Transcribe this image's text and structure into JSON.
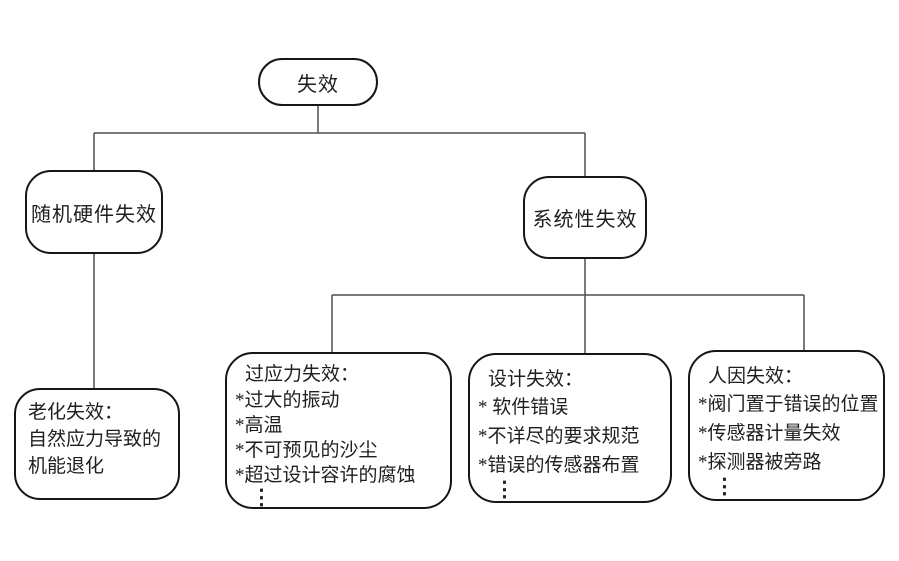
{
  "diagram": {
    "root": {
      "label": "失效"
    },
    "random_hw": {
      "label": "随机硬件失效"
    },
    "systematic": {
      "label": "系统性失效"
    },
    "aging": {
      "lines": [
        "老化失效：",
        "自然应力导致的",
        "机能退化"
      ]
    },
    "overstress": {
      "title": "过应力失效：",
      "items": [
        "*过大的振动",
        "*高温",
        "*不可预见的沙尘",
        "*超过设计容许的腐蚀"
      ],
      "ellipsis": "⋮"
    },
    "design": {
      "title": "设计失效：",
      "items": [
        "* 软件错误",
        "*不详尽的要求规范",
        "*错误的传感器布置"
      ],
      "ellipsis": "⋮"
    },
    "human": {
      "title": "人因失效：",
      "items": [
        "*阀门置于错误的位置",
        "*传感器计量失效",
        "*探测器被旁路"
      ],
      "ellipsis": "⋮"
    }
  },
  "colors": {
    "background": "#ffffff",
    "box_border": "#161616",
    "connector_line": "#4f4f4f",
    "text": "#1f1f1f"
  }
}
